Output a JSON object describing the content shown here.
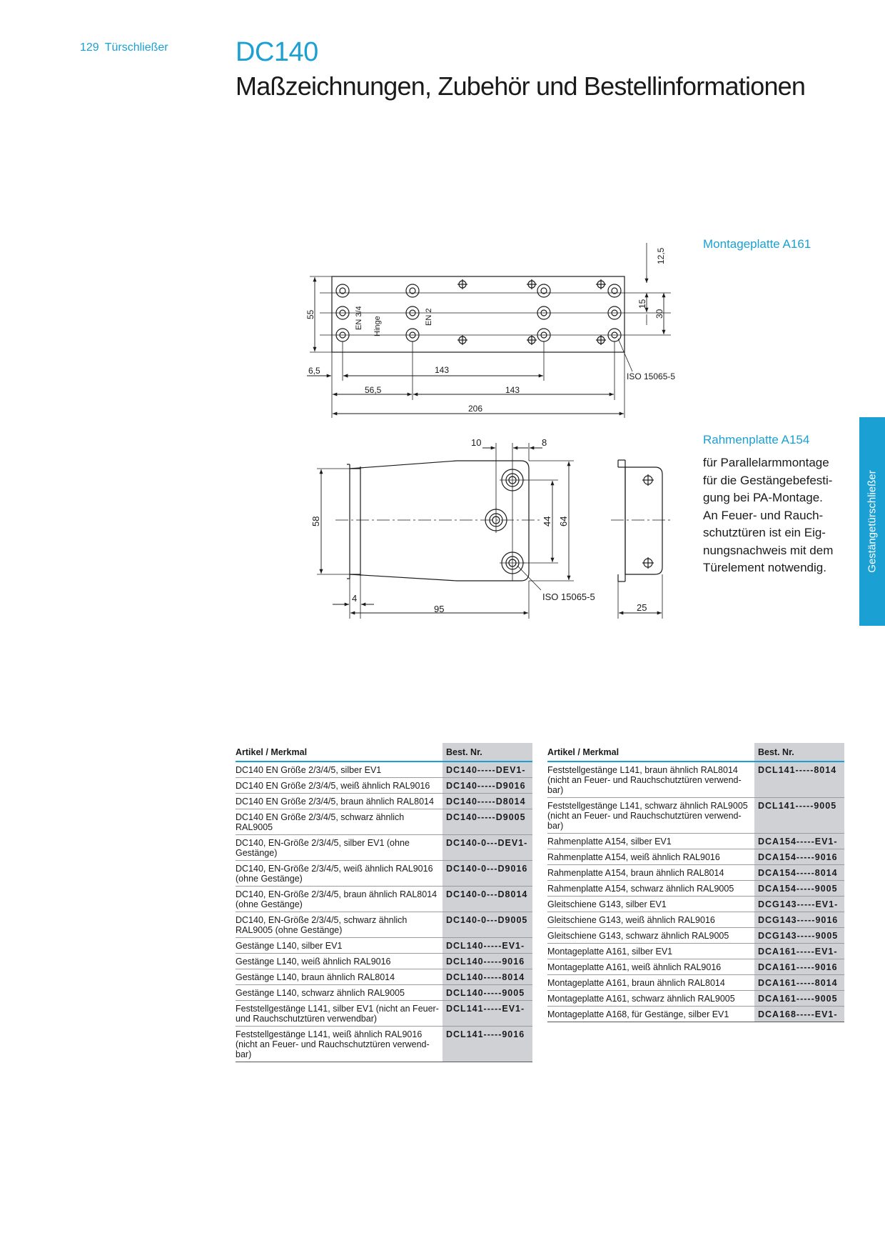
{
  "header": {
    "page_number": "129",
    "section": "Türschließer",
    "model": "DC140",
    "subtitle": "Maßzeichnungen, Zubehör und Bestellinformationen"
  },
  "side_tab": "Gestängetürschließer",
  "montageplatte": {
    "caption": "Montageplatte A161",
    "dims": {
      "d55": "55",
      "d6_5": "6,5",
      "d143a": "143",
      "d56_5": "56,5",
      "d143b": "143",
      "d206": "206",
      "d12_5": "12,5",
      "d15": "15",
      "d30": "30"
    },
    "labels": {
      "en34": "EN 3/4",
      "hinge": "Hinge",
      "en2": "EN 2",
      "iso": "ISO 15065-5"
    }
  },
  "rahmenplatte": {
    "caption": "Rahmenplatte A154",
    "description": "für Parallelarmmontage für die Gestängebefestigung bei PA-Montage. An Feuer- und Rauchschutztüren ist ein Eignungsnachweis mit dem Türelement notwendig.",
    "desc_lines": [
      "für Parallelarmmontage",
      "für die Gestängebefesti-",
      "gung bei PA-Montage.",
      "An Feuer- und Rauch-",
      "schutztüren ist ein Eig-",
      "nungsnachweis mit dem",
      "Türelement notwendig."
    ],
    "dims": {
      "d10": "10",
      "d8": "8",
      "d58": "58",
      "d44": "44",
      "d64": "64",
      "d4": "4",
      "d95": "95",
      "d25": "25"
    },
    "labels": {
      "iso": "ISO 15065-5"
    }
  },
  "tables": {
    "col_article": "Artikel / Merkmal",
    "col_nr": "Best. Nr.",
    "left": [
      {
        "a": "DC140 EN Größe 2/3/4/5, silber EV1",
        "n": "DC140-----DEV1-"
      },
      {
        "a": "DC140 EN Größe 2/3/4/5, weiß ähnlich RAL9016",
        "n": "DC140-----D9016"
      },
      {
        "a": "DC140 EN Größe 2/3/4/5, braun ähnlich RAL8014",
        "n": "DC140-----D8014"
      },
      {
        "a": "DC140 EN Größe 2/3/4/5, schwarz ähnlich RAL9005",
        "n": "DC140-----D9005"
      },
      {
        "a": "DC140, EN-Größe 2/3/4/5, silber EV1 (ohne Gestänge)",
        "n": "DC140-0---DEV1-"
      },
      {
        "a": "DC140, EN-Größe 2/3/4/5, weiß ähnlich RAL9016 (ohne Gestänge)",
        "n": "DC140-0---D9016"
      },
      {
        "a": "DC140, EN-Größe 2/3/4/5, braun ähnlich RAL8014 (ohne Gestänge)",
        "n": "DC140-0---D8014"
      },
      {
        "a": "DC140, EN-Größe 2/3/4/5, schwarz ähnlich RAL9005 (ohne Gestänge)",
        "n": "DC140-0---D9005"
      },
      {
        "a": "Gestänge L140, silber EV1",
        "n": "DCL140-----EV1-"
      },
      {
        "a": "Gestänge L140, weiß ähnlich RAL9016",
        "n": "DCL140-----9016"
      },
      {
        "a": "Gestänge L140, braun ähnlich RAL8014",
        "n": "DCL140-----8014"
      },
      {
        "a": "Gestänge L140, schwarz ähnlich RAL9005",
        "n": "DCL140-----9005"
      },
      {
        "a": "Feststellgestänge L141, silber EV1 (nicht an Feuer- und Rauchschutztüren verwendbar)",
        "n": "DCL141-----EV1-"
      },
      {
        "a": "Feststellgestänge L141, weiß ähnlich RAL9016 (nicht an Feuer- und Rauchschutztüren verwend-bar)",
        "n": "DCL141-----9016"
      }
    ],
    "right": [
      {
        "a": "Feststellgestänge L141, braun ähnlich RAL8014 (nicht an Feuer- und Rauchschutztüren verwend-bar)",
        "n": "DCL141-----8014"
      },
      {
        "a": "Feststellgestänge L141, schwarz ähnlich RAL9005 (nicht an Feuer- und Rauchschutztüren verwend-bar)",
        "n": "DCL141-----9005"
      },
      {
        "a": "Rahmenplatte A154, silber EV1",
        "n": "DCA154-----EV1-"
      },
      {
        "a": "Rahmenplatte A154, weiß ähnlich RAL9016",
        "n": "DCA154-----9016"
      },
      {
        "a": "Rahmenplatte A154, braun ähnlich RAL8014",
        "n": "DCA154-----8014"
      },
      {
        "a": "Rahmenplatte A154, schwarz ähnlich RAL9005",
        "n": "DCA154-----9005"
      },
      {
        "a": "Gleitschiene G143, silber EV1",
        "n": "DCG143-----EV1-"
      },
      {
        "a": "Gleitschiene G143, weiß ähnlich RAL9016",
        "n": "DCG143-----9016"
      },
      {
        "a": "Gleitschiene G143, schwarz ähnlich RAL9005",
        "n": "DCG143-----9005"
      },
      {
        "a": "Montageplatte A161, silber EV1",
        "n": "DCA161-----EV1-"
      },
      {
        "a": "Montageplatte A161, weiß ähnlich RAL9016",
        "n": "DCA161-----9016"
      },
      {
        "a": "Montageplatte A161, braun ähnlich RAL8014",
        "n": "DCA161-----8014"
      },
      {
        "a": "Montageplatte A161, schwarz ähnlich RAL9005",
        "n": "DCA161-----9005"
      },
      {
        "a": "Montageplatte A168, für Gestänge, silber EV1",
        "n": "DCA168-----EV1-"
      }
    ]
  }
}
